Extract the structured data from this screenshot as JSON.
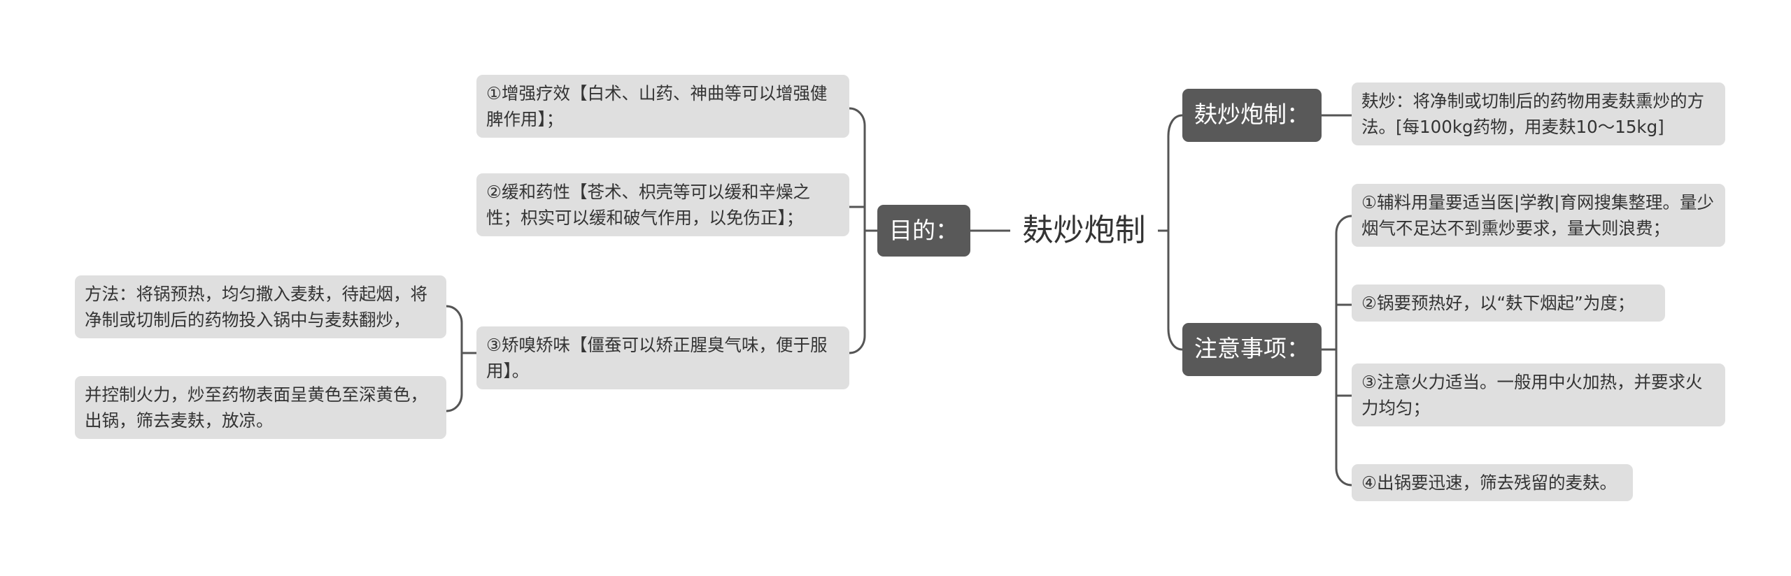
{
  "root": {
    "title": "麸炒炮制"
  },
  "left_branch": {
    "label": "目的：",
    "items": [
      "①增强疗效【白术、山药、神曲等可以增强健脾作用】；",
      "②缓和药性【苍术、枳壳等可以缓和辛燥之性；枳实可以缓和破气作用，以免伤正】；",
      "③矫嗅矫味【僵蚕可以矫正腥臭气味，便于服用】。"
    ],
    "sub_items": [
      "方法：将锅预热，均匀撒入麦麸，待起烟，将净制或切制后的药物投入锅中与麦麸翻炒，",
      "并控制火力，炒至药物表面呈黄色至深黄色，出锅，筛去麦麸，放凉。"
    ]
  },
  "right_branches": [
    {
      "label": "麸炒炮制：",
      "items": [
        "麸炒：将净制或切制后的药物用麦麸熏炒的方法。[每100kg药物，用麦麸10～15kg]"
      ]
    },
    {
      "label": "注意事项：",
      "items": [
        "①辅料用量要适当医|学教|育网搜集整理。量少烟气不足达不到熏炒要求，量大则浪费；",
        "②锅要预热好，以“麸下烟起”为度；",
        "③注意火力适当。一般用中火加热，并要求火力均匀；",
        "④出锅要迅速，筛去残留的麦麸。"
      ]
    }
  ]
}
